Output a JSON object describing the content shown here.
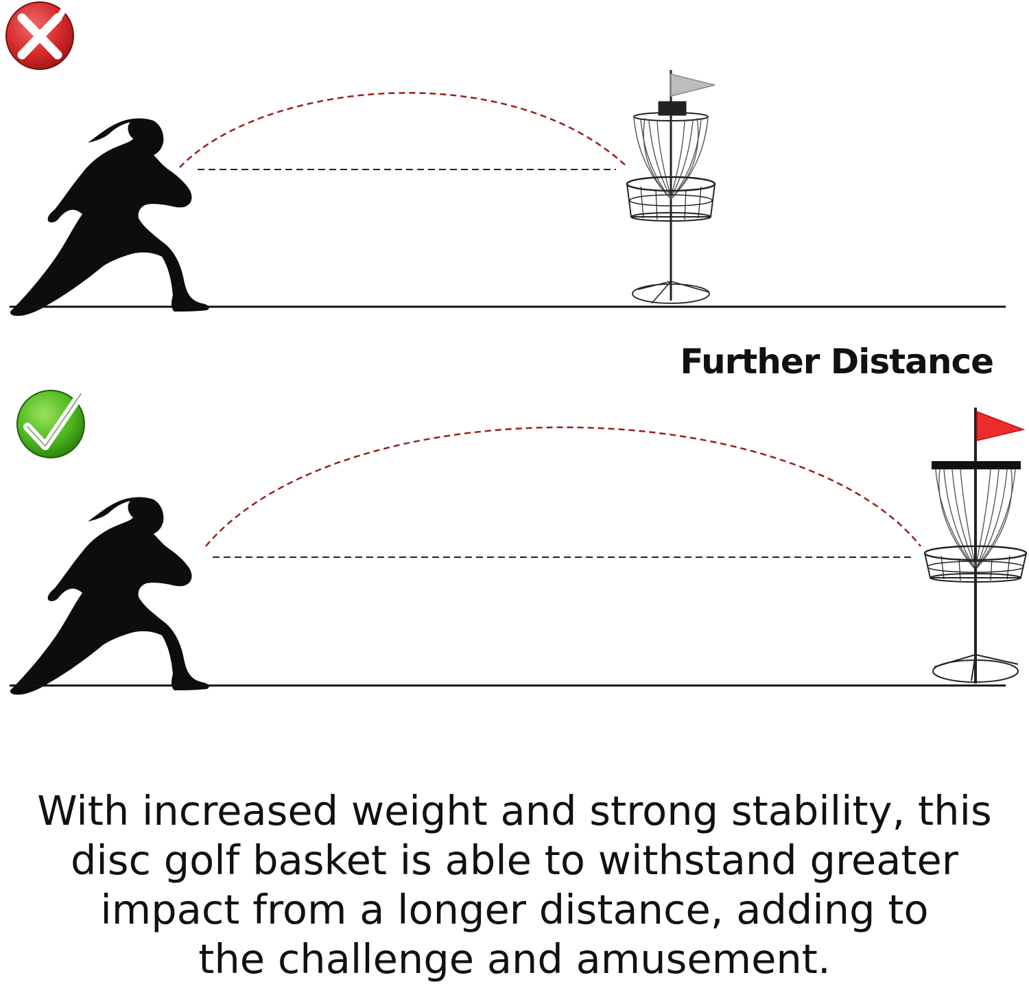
{
  "label": {
    "further_distance": "Further Distance"
  },
  "caption": {
    "lines": [
      "With increased weight and strong stability, this",
      "disc golf basket is able to withstand greater",
      "impact from a longer distance, adding to",
      "the challenge and amusement."
    ]
  },
  "icons": {
    "wrong": "x-mark-icon",
    "right": "checkmark-icon"
  },
  "colors": {
    "wrong_badge": "#d62a2a",
    "right_badge": "#4db81f",
    "flight_path": "#9b1c1c",
    "flag_top": "#bdbdbd",
    "flag_bottom": "#ee2b2b",
    "ink": "#111111"
  }
}
